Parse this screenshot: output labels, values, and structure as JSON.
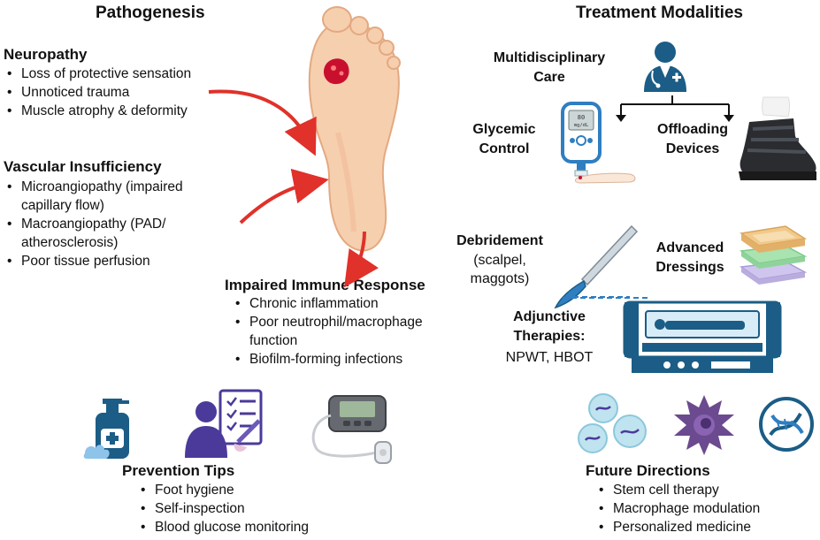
{
  "pathogenesis": {
    "title": "Pathogenesis",
    "neuropathy": {
      "title": "Neuropathy",
      "items": [
        "Loss of protective sensation",
        "Unnoticed trauma",
        "Muscle atrophy & deformity"
      ]
    },
    "vascular": {
      "title": "Vascular Insufficiency",
      "items": [
        "Microangiopathy (impaired",
        "capillary flow)",
        "Macroangiopathy (PAD/",
        "atherosclerosis)",
        "Poor tissue perfusion"
      ]
    },
    "immune": {
      "title": "Impaired Immune Response",
      "items": [
        "Chronic inflammation",
        "Poor neutrophil/macrophage",
        "function",
        "Biofilm-forming infections"
      ]
    }
  },
  "treatment": {
    "title": "Treatment Modalities",
    "multidisciplinary": [
      "Multidisciplinary",
      "Care"
    ],
    "glycemic": [
      "Glycemic",
      "Control"
    ],
    "offloading": [
      "Offloading",
      "Devices"
    ],
    "debridement": {
      "title": "Debridement",
      "detail": [
        "(scalpel,",
        "maggots)"
      ]
    },
    "dressings": [
      "Advanced",
      "Dressings"
    ],
    "adjunctive": {
      "title": [
        "Adjunctive",
        "Therapies:"
      ],
      "detail": "NPWT, HBOT"
    },
    "meter_text": [
      "80",
      "mg/dL"
    ]
  },
  "prevention": {
    "title": "Prevention Tips",
    "items": [
      "Foot hygiene",
      "Self-inspection",
      "Blood glucose monitoring"
    ]
  },
  "future": {
    "title": "Future Directions",
    "items": [
      "Stem cell therapy",
      "Macrophage modulation",
      "Personalized medicine"
    ]
  },
  "colors": {
    "arrow_red": "#e0312a",
    "skin": "#f6cfae",
    "wound": "#c8102e",
    "icon_blue": "#1b5d86",
    "icon_purple": "#4b3a9a",
    "dressing_tan": "#f1c98a",
    "dressing_green": "#a8e3b0",
    "dressing_lilac": "#cfc5ee"
  }
}
